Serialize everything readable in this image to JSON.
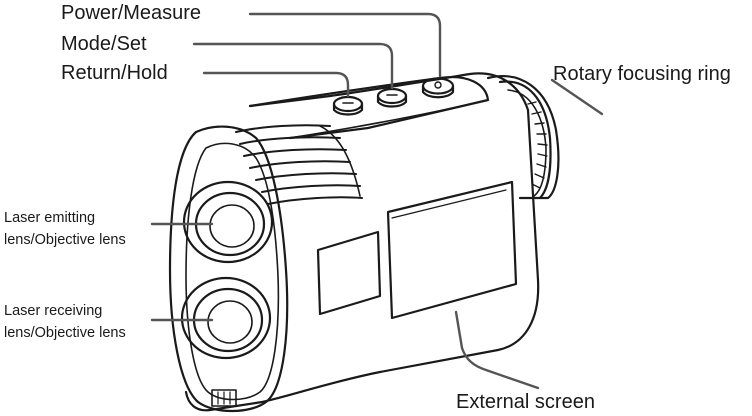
{
  "labels": {
    "power_measure": "Power/Measure",
    "mode_set": "Mode/Set",
    "return_hold": "Return/Hold",
    "rotary_ring": "Rotary focusing ring",
    "laser_emit_1": "Laser emitting",
    "laser_emit_2": "lens/Objective lens",
    "laser_recv_1": "Laser receiving",
    "laser_recv_2": "lens/Objective lens",
    "external_screen": "External screen"
  },
  "colors": {
    "stroke": "#1a1a1a",
    "leader": "#555555",
    "background": "#ffffff"
  }
}
